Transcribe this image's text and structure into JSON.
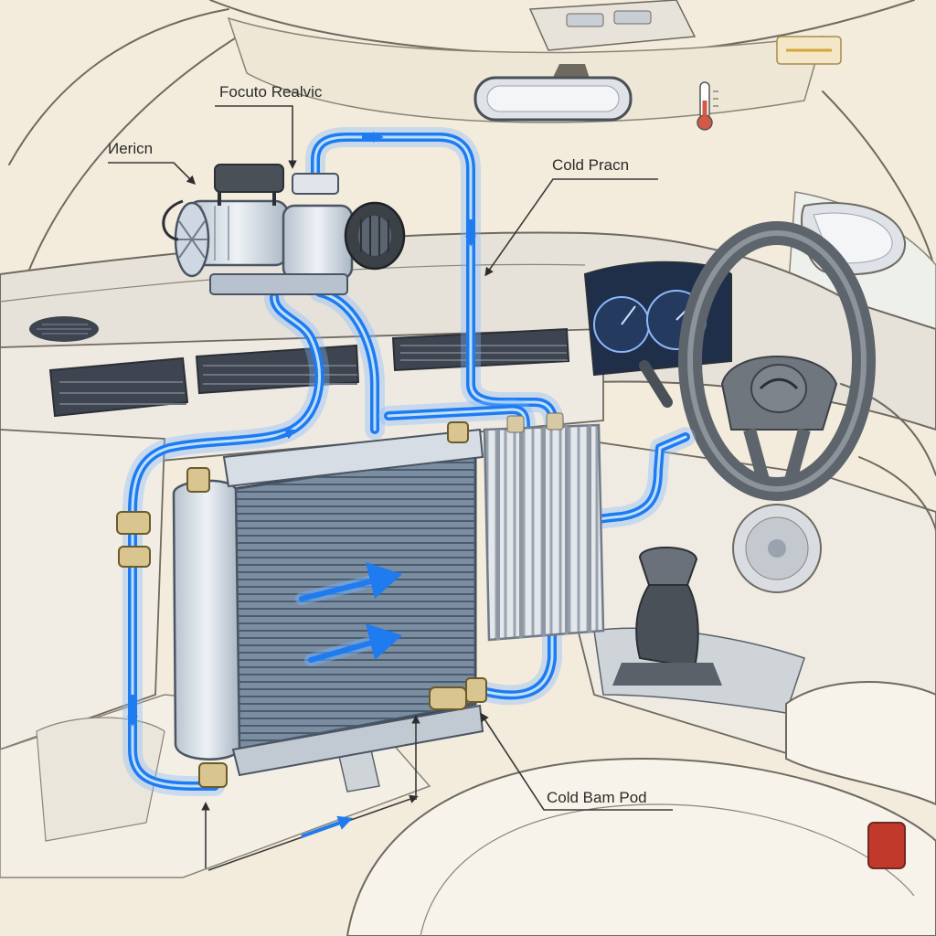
{
  "labels": {
    "top_label": "Focuto Realvic",
    "left_label": "Иeriсn",
    "right_label": "Cold Praсn",
    "bottom_label": "Cold Bam Pod"
  },
  "colors": {
    "paper": "#efe6d4",
    "interior": "#f6f1e4",
    "coolant_blue": "#1e7bf0",
    "glow_blue": "#7fb8ff",
    "metal": "#c9d2dc",
    "ink": "#3a3a3a"
  },
  "icons": {
    "compressor": "compressor-icon",
    "radiator": "radiator-icon",
    "condenser": "condenser-icon",
    "steering": "steering-wheel-icon",
    "mirror": "rearview-mirror-icon",
    "gauge": "thermometer-icon"
  }
}
